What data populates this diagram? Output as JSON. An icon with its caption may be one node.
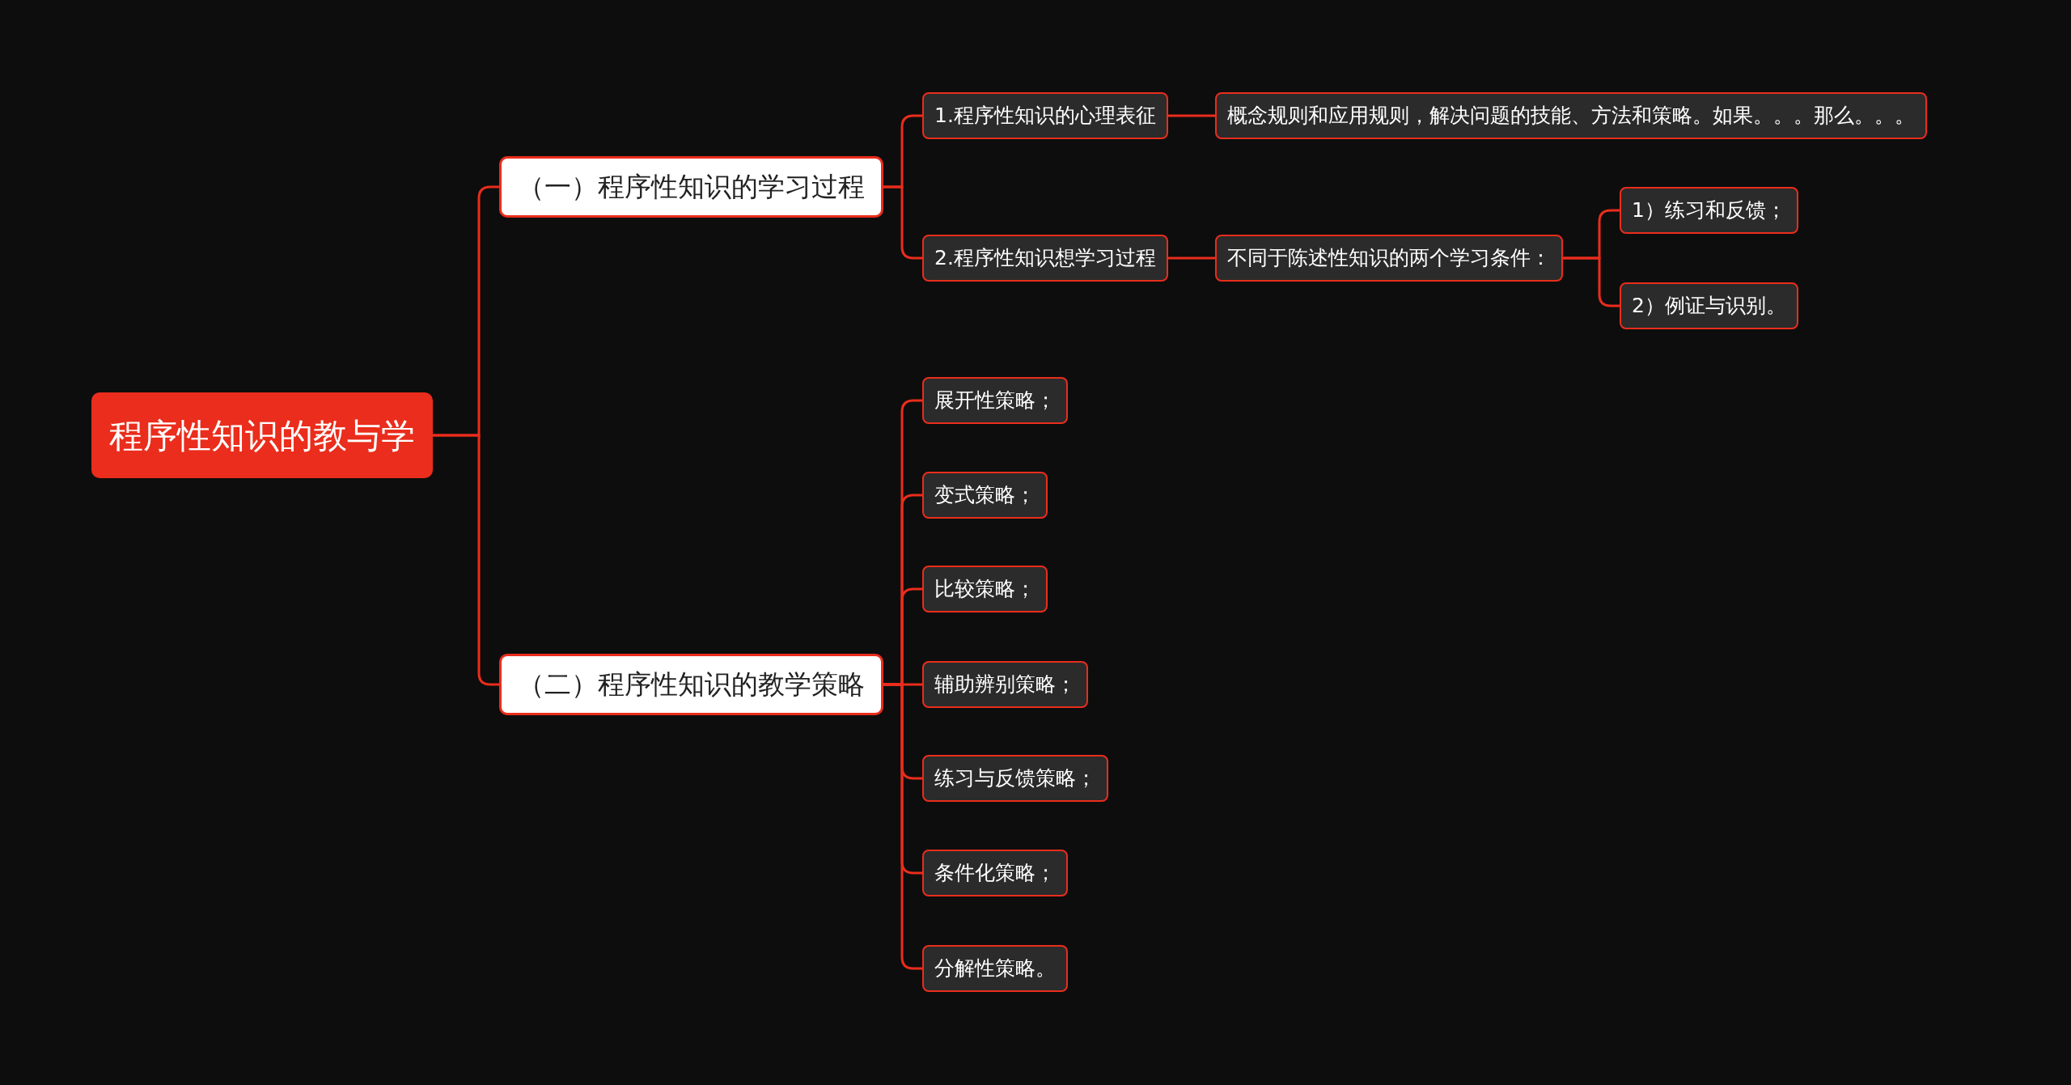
{
  "diagram": {
    "nodes": [
      {
        "text": [
          "程序性知识的教与学"
        ]
      },
      {
        "text": [
          "（一）程序性知识的学习过程"
        ]
      },
      {
        "text": [
          "（二）程序性知识的教学策略"
        ]
      },
      {
        "text": [
          "1.程序性知识的心理表征"
        ]
      },
      {
        "text": [
          "概念规则和应用规则，解决问题的技能、方法和策略。如果。。。那么。。。"
        ]
      },
      {
        "text": [
          "2.程序性知识想学习过程"
        ]
      },
      {
        "text": [
          "不同于陈述性知识的两个学习条件："
        ]
      },
      {
        "text": [
          "1）练习和反馈；"
        ]
      },
      {
        "text": [
          "2）例证与识别。"
        ]
      },
      {
        "text": [
          "展开性策略；"
        ]
      },
      {
        "text": [
          "变式策略；"
        ]
      },
      {
        "text": [
          "比较策略；"
        ]
      },
      {
        "text": [
          "辅助辨别策略；"
        ]
      },
      {
        "text": [
          "练习与反馈策略；"
        ]
      },
      {
        "text": [
          "条件化策略；"
        ]
      },
      {
        "text": [
          "分解性策略。"
        ]
      }
    ],
    "edges": [
      {
        "from": 0,
        "to": 1,
        "arrow": "none"
      },
      {
        "from": 0,
        "to": 2,
        "arrow": "none"
      },
      {
        "from": 1,
        "to": 3,
        "arrow": "none"
      },
      {
        "from": 1,
        "to": 5,
        "arrow": "none"
      },
      {
        "from": 3,
        "to": 4,
        "arrow": "none"
      },
      {
        "from": 5,
        "to": 6,
        "arrow": "none"
      },
      {
        "from": 6,
        "to": 7,
        "arrow": "none"
      },
      {
        "from": 6,
        "to": 8,
        "arrow": "none"
      },
      {
        "from": 2,
        "to": 9,
        "arrow": "none"
      },
      {
        "from": 2,
        "to": 10,
        "arrow": "none"
      },
      {
        "from": 2,
        "to": 11,
        "arrow": "none"
      },
      {
        "from": 2,
        "to": 12,
        "arrow": "none"
      },
      {
        "from": 2,
        "to": 13,
        "arrow": "none"
      },
      {
        "from": 2,
        "to": 14,
        "arrow": "none"
      },
      {
        "from": 2,
        "to": 15,
        "arrow": "none"
      }
    ]
  }
}
